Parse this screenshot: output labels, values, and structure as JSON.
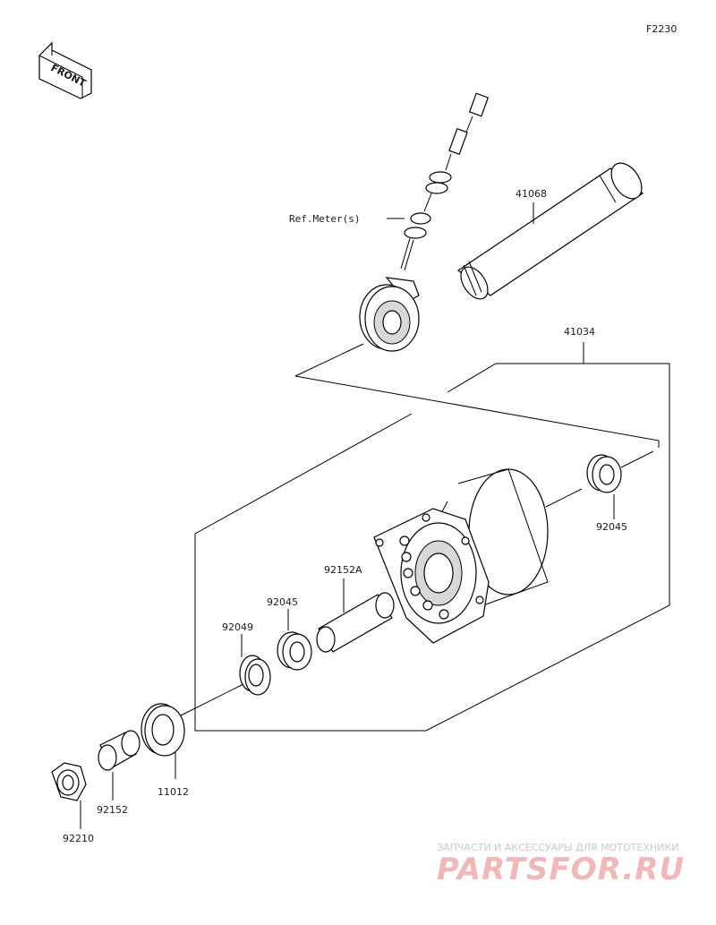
{
  "diagram_code": "F2230",
  "front_label": "FRONT",
  "ref_meter": "Ref.Meter(s)",
  "parts": {
    "axle": "41068",
    "hub_assembly": "41034",
    "bearing_right": "92045",
    "collar_long": "92152A",
    "bearing_left": "92045",
    "oil_seal": "92049",
    "spacer_washer": "11012",
    "collar": "92152",
    "nut": "92210"
  },
  "watermark": {
    "tagline": "ЗАПЧАСТИ И АКСЕССУАРЫ ДЛЯ МОТОТЕХНИКИ",
    "logo": "PARTSFOR.RU"
  }
}
